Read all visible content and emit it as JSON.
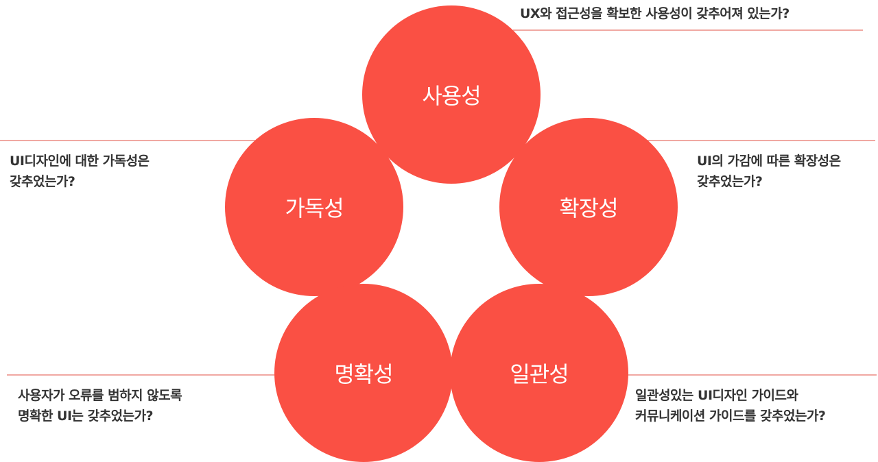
{
  "accent_color": "#fa5044",
  "rule_color": "#f0a8a2",
  "text_color": "#333333",
  "nodes": [
    {
      "id": "usability",
      "label": "사용성",
      "description_lines": [
        "UX와 접근성을 확보한 사용성이 갖추어져 있는가?"
      ]
    },
    {
      "id": "readability",
      "label": "가독성",
      "description_lines": [
        "UI디자인에 대한 가독성은",
        "갖추었는가?"
      ]
    },
    {
      "id": "scalability",
      "label": "확장성",
      "description_lines": [
        "UI의 가감에 따른 확장성은",
        "갖추었는가?"
      ]
    },
    {
      "id": "clarity",
      "label": "명확성",
      "description_lines": [
        "사용자가 오류를 범하지 않도록",
        "명확한 UI는 갖추었는가?"
      ]
    },
    {
      "id": "consistency",
      "label": "일관성",
      "description_lines": [
        "일관성있는 UI디자인 가이드와",
        "커뮤니케이션 가이드를 갖추었는가?"
      ]
    }
  ]
}
